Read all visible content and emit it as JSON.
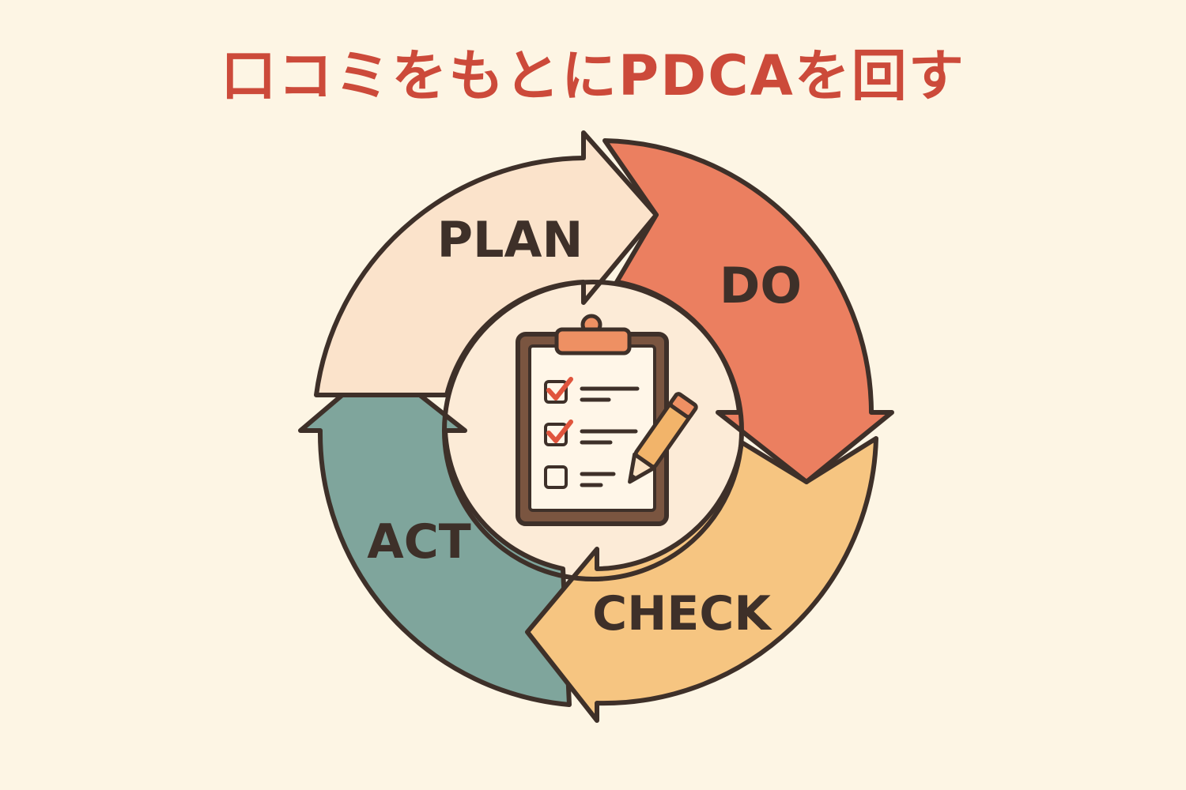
{
  "title": "口コミをもとにPDCAを回す",
  "phases": [
    {
      "id": "plan",
      "label": "PLAN",
      "color": "#FBE3CB"
    },
    {
      "id": "do",
      "label": "DO",
      "color": "#EB7F60"
    },
    {
      "id": "check",
      "label": "CHECK",
      "color": "#F6C581"
    },
    {
      "id": "act",
      "label": "ACT",
      "color": "#7FA59C"
    }
  ],
  "center_icon": "clipboard-checklist-icon",
  "checklist": [
    {
      "checked": true
    },
    {
      "checked": true
    },
    {
      "checked": false
    }
  ],
  "colors": {
    "background": "#FDF5E4",
    "title": "#CC4A3A",
    "outline": "#3E3029",
    "check_mark": "#E0553D",
    "clip": "#EE9063",
    "clipboard_frame": "#7A5540",
    "paper": "#FFF6E8",
    "pencil": "#F2B46A"
  }
}
